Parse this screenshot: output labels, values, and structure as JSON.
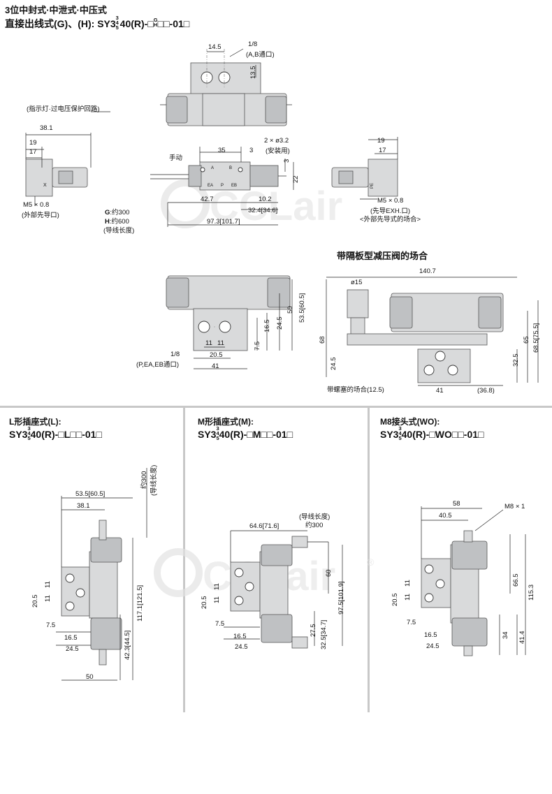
{
  "top": {
    "title_line1": "3位中封式·中泄式·中压式",
    "title_line2": "直接出线式(G)、(H): SY3",
    "title_sup": "3",
    "title_mid": "4",
    "title_sub": "5",
    "title_tail": "40(R)-□",
    "title_gh_top": "G",
    "title_gh_bot": "H",
    "title_end": "□□-01□"
  },
  "front": {
    "dim_14_5": "14.5",
    "dim_13_5": "13.5",
    "port_18": "1/8",
    "port_ab": "(A,B通口)"
  },
  "left_view": {
    "note_indicator": "(指示灯·过电压保护回路)",
    "d_38_1": "38.1",
    "d_19": "19",
    "d_17": "17",
    "m5": "M5 × 0.8",
    "m5_note": "(外部先导口)",
    "x_label": "X"
  },
  "top_view": {
    "manual": "手动",
    "d_35": "35",
    "d_3": "3",
    "hole": "2 × ø3.2",
    "hole_note": "(安装用)",
    "d_3v": "3",
    "d_22": "22",
    "d_42_7": "42.7",
    "d_10_2": "10.2",
    "d_32_4": "32.4[34.6]",
    "d_97_3": "97.3[101.7]",
    "lead_g_key": "G",
    "lead_g": ":约300",
    "lead_h_key": "H",
    "lead_h": ":约600",
    "lead_note": "(导线长度)",
    "labels": [
      "A",
      "B",
      "EA",
      "P",
      "EB"
    ]
  },
  "right_view": {
    "d_19": "19",
    "d_17": "17",
    "m5": "M5 × 0.8",
    "m5_note": "(先导EXH.口)",
    "m5_note2": "<外部先导式的场合>",
    "pe": "PE"
  },
  "side_view": {
    "port_18": "1/8",
    "port_note": "(P,EA,EB通口)",
    "d_41": "41",
    "d_11a": "11",
    "d_11b": "11",
    "d_20_5": "20.5",
    "d_7_5": "7.5",
    "d_16_5": "16.5",
    "d_24_5": "24.5",
    "d_50": "50",
    "d_53_5": "53.5[60.5]"
  },
  "spacer": {
    "title": "带隔板型减压阀的场合",
    "d_140_7": "140.7",
    "d_phi15": "ø15",
    "d_68": "68",
    "d_24_5": "24.5",
    "d_65": "65",
    "d_68_5": "68.5[75.5]",
    "d_32_5": "32.5",
    "d_41": "41",
    "d_36_8": "(36.8)",
    "plug": "带螺塞的场合(12.5)"
  },
  "L": {
    "cap1": "L形插座式(L):",
    "cap2a": "SY3",
    "cap2b": "40(R)-□L□□-01□",
    "d_53_5": "53.5[60.5]",
    "d_38_1": "38.1",
    "lead": "约300",
    "lead_note": "(导线长度)",
    "d_11a": "11",
    "d_11b": "11",
    "d_20_5": "20.5",
    "d_7_5": "7.5",
    "d_16_5": "16.5",
    "d_24_5": "24.5",
    "d_50": "50",
    "d_117_1": "117.1[121.5]",
    "d_42_3": "42.3[44.5]"
  },
  "M": {
    "cap1": "M形插座式(M):",
    "cap2a": "SY3",
    "cap2b": "40(R)-□M□□-01□",
    "lead_note": "(导线长度)",
    "lead": "约300",
    "d_64_6": "64.6[71.6]",
    "d_11a": "11",
    "d_11b": "11",
    "d_20_5": "20.5",
    "d_7_5": "7.5",
    "d_16_5": "16.5",
    "d_24_5": "24.5",
    "d_60": "60",
    "d_97_5": "97.5[101.9]",
    "d_27_5": "27.5",
    "d_32_5": "32.5[34.7]"
  },
  "WO": {
    "cap1": "M8接头式(WO):",
    "cap2a": "SY3",
    "cap2b": "40(R)-□WO□□-01□",
    "d_58": "58",
    "d_40_5": "40.5",
    "m8": "M8 × 1",
    "d_11a": "11",
    "d_11b": "11",
    "d_20_5": "20.5",
    "d_7_5": "7.5",
    "d_16_5": "16.5",
    "d_24_5": "24.5",
    "d_66_5": "66.5",
    "d_115_3": "115.3",
    "d_34": "34",
    "d_41_4": "41.4"
  },
  "frac": {
    "top": "3",
    "mid": "4",
    "bot": "5"
  },
  "watermark": {
    "text": "CCLair",
    "reg": "®"
  }
}
